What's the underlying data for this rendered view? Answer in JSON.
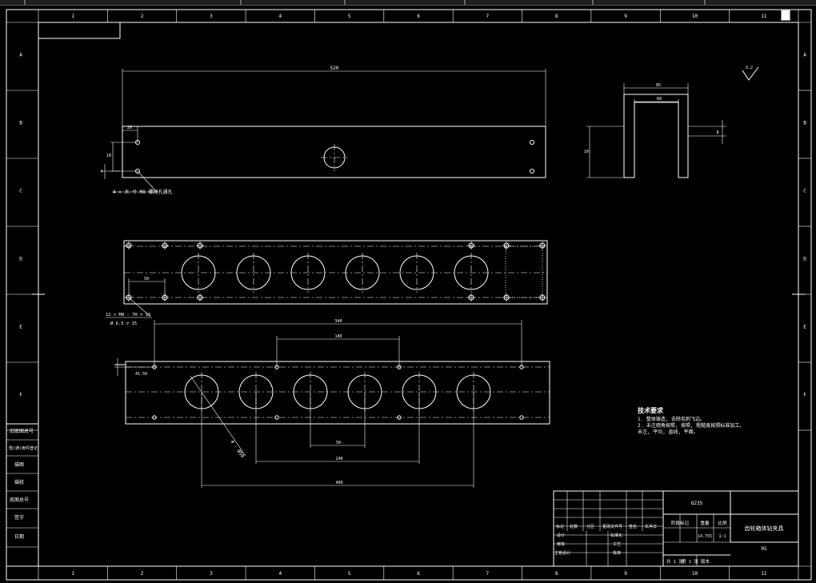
{
  "frame": {
    "columns": [
      "1",
      "2",
      "3",
      "4",
      "5",
      "6",
      "7",
      "8",
      "9",
      "10",
      "11"
    ],
    "rows": [
      "A",
      "B",
      "C",
      "D",
      "E",
      "F"
    ]
  },
  "drawing": {
    "dims": {
      "top_length": "520",
      "top_small": "20",
      "top_height": "10",
      "top_left_mark": "4",
      "side_outer": "85",
      "side_inner": "60",
      "side_height": "10",
      "side_right": "8",
      "mid_pitch": "50",
      "bot_total": "340",
      "bot_inner": "180",
      "bot_offset": "41.50",
      "bot_small": "50",
      "bot_mid": "240",
      "bot_wide": "400",
      "bot_diag": "4 - Ø50",
      "left_mark": "4"
    },
    "notes": {
      "hole_note_top": "4 × 大·寸 M8 螺纹孔通孔",
      "hole_note_mid_1": "12 × M8 - 7H ▽ 15",
      "hole_note_mid_2": "Ø 6.5 ▽ 15",
      "roughness": "3.2"
    },
    "tech_req": {
      "title": "技术要求",
      "line1": "1. 整体铸造, 去除毛刺飞边。",
      "line2": "2. 未注倒角按照, 按照, 粗糙度按照标准加工。",
      "line3": "未注, 平均, 直线, 平面。"
    }
  },
  "left_strip": {
    "labels": [
      "旧底图总号",
      "借(通)用件登记",
      "描图",
      "描校",
      "底图总号",
      "签字",
      "日期"
    ]
  },
  "title_block": {
    "part_code": "Q235",
    "drawing_name": "齿轮箱体钻夹具",
    "drawing_no": "05",
    "scale": "1:1",
    "weight": "14.755",
    "labels": {
      "stage_mark": "阶段标记",
      "weight": "重量",
      "scale": "比例",
      "mark": "标记",
      "count": "处数",
      "zone": "分区",
      "change_doc": "更改文件号",
      "sign": "签名",
      "date": "年月日",
      "design": "设计",
      "standard": "标准化",
      "check": "审核",
      "craft": "工艺",
      "approve": "批准",
      "main_design": "主管设计",
      "sheet_total": "共 1 张",
      "sheet_no": "第 1 张",
      "version": "版本"
    }
  }
}
